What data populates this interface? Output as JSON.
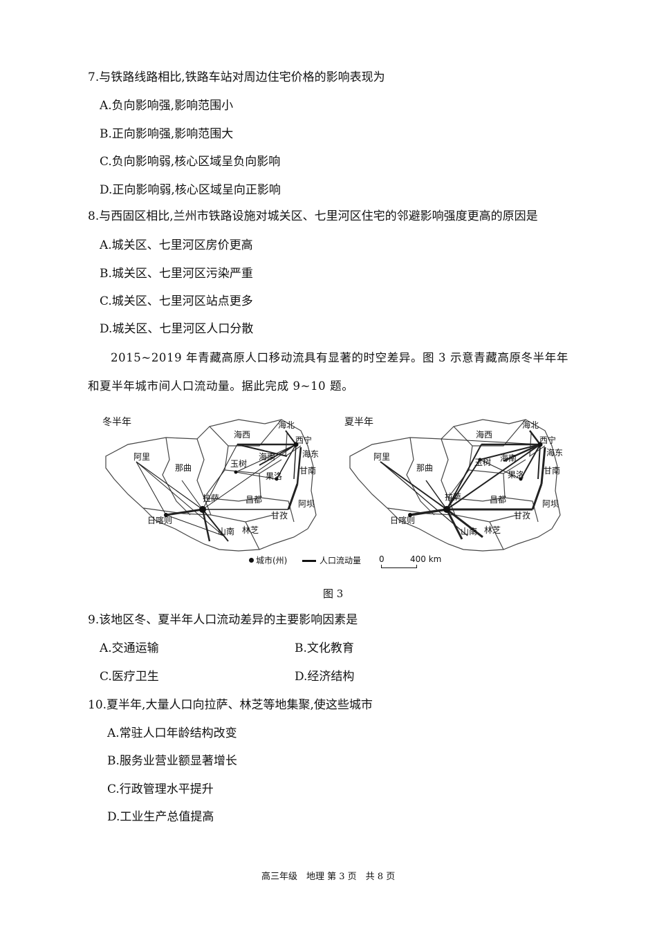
{
  "questions": [
    {
      "stem": "7.与铁路线路相比,铁路车站对周边住宅价格的影响表现为",
      "options": [
        "A.负向影响强,影响范围小",
        "B.正向影响强,影响范围大",
        "C.负向影响弱,核心区域呈负向影响",
        "D.正向影响弱,核心区域呈向正影响"
      ]
    },
    {
      "stem": "8.与西固区相比,兰州市铁路设施对城关区、七里河区住宅的邻避影响强度更高的原因是",
      "options": [
        "A.城关区、七里河区房价更高",
        "B.城关区、七里河区污染严重",
        "C.城关区、七里河区站点更多",
        "D.城关区、七里河区人口分散"
      ]
    }
  ],
  "intro": {
    "line1": "2015~2019 年青藏高原人口移动流具有显著的时空差异。图 3 示意青藏高原冬半年年",
    "line2": "和夏半年城市间人口流动量。据此完成 9~10 题。"
  },
  "figure": {
    "winter_title": "冬半年",
    "summer_title": "夏半年",
    "places": {
      "ali": "阿里",
      "naqu": "那曲",
      "haixi": "海西",
      "haibei": "海北",
      "xining": "西宁",
      "haidong": "海东",
      "hainan": "海南",
      "yushu": "玉树",
      "guoluo": "果洛",
      "gannan": "甘南",
      "lasa": "拉萨",
      "changdu": "昌都",
      "aba": "阿坝",
      "ganzi": "甘孜",
      "rikaze": "日喀则",
      "shannan": "山南",
      "linzhi": "林芝"
    },
    "legend": {
      "city": "城市(州)",
      "flow": "人口流动量",
      "scale_zero": "0",
      "scale_dist": "400 km"
    },
    "caption": "图 3"
  },
  "questions2": [
    {
      "stem": "9.该地区冬、夏半年人口流动差异的主要影响因素是",
      "options": [
        "A.交通运输",
        "B.文化教育",
        "C.医疗卫生",
        "D.经济结构"
      ]
    },
    {
      "stem": "10.夏半年,大量人口向拉萨、林芝等地集聚,使这些城市",
      "options": [
        "A.常驻人口年龄结构改变",
        "B.服务业营业额显著增长",
        "C.行政管理水平提升",
        "D.工业生产总值提高"
      ]
    }
  ],
  "footer": "高三年级　地理 第 3 页　共 8 页"
}
